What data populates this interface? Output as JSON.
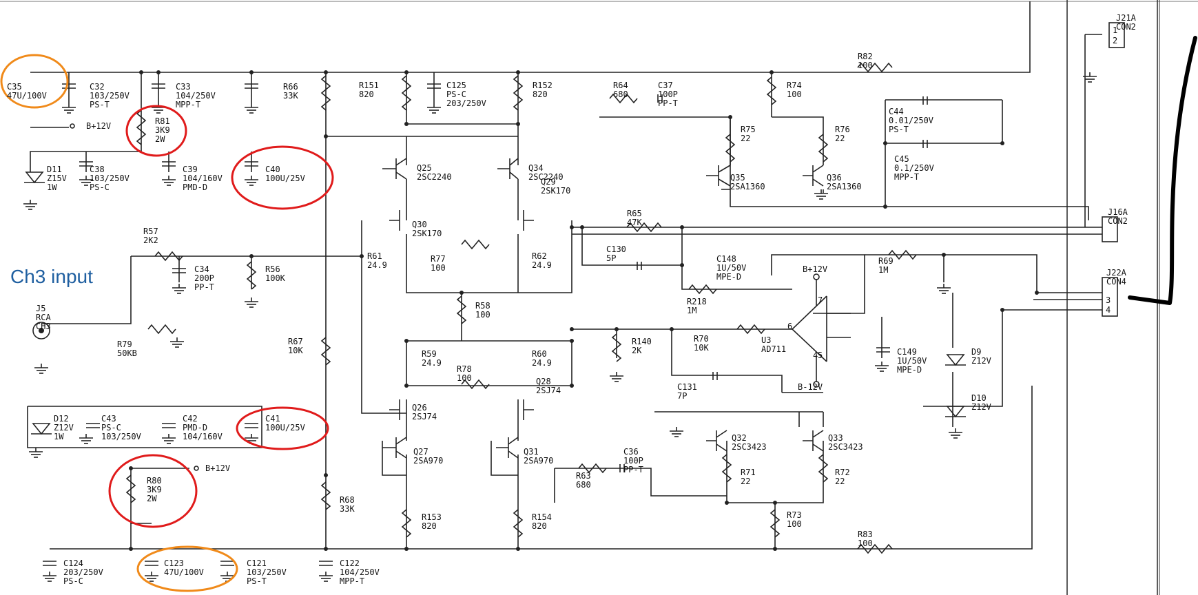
{
  "input_label": {
    "text": "Ch3 input",
    "color": "#1f5fa0"
  },
  "highlight_colors": {
    "red": "#e01b1b",
    "orange": "#f08a1a"
  },
  "components": [
    {
      "id": "c35",
      "ref": "C35",
      "val": "47U/100V"
    },
    {
      "id": "c32",
      "ref": "C32",
      "val": "103/250V",
      "sub": "PS-T"
    },
    {
      "id": "c33",
      "ref": "C33",
      "val": "104/250V",
      "sub": "MPP-T"
    },
    {
      "id": "r66",
      "ref": "R66",
      "val": "33K"
    },
    {
      "id": "r151",
      "ref": "R151",
      "val": "820"
    },
    {
      "id": "c125",
      "ref": "C125",
      "val": "PS-C",
      "sub": "203/250V"
    },
    {
      "id": "r152",
      "ref": "R152",
      "val": "820"
    },
    {
      "id": "r64",
      "ref": "R64",
      "val": "680"
    },
    {
      "id": "c37",
      "ref": "C37",
      "val": "100P",
      "sub": "PP-T"
    },
    {
      "id": "r74",
      "ref": "R74",
      "val": "100"
    },
    {
      "id": "r82",
      "ref": "R82",
      "val": "100"
    },
    {
      "id": "j21a",
      "ref": "J21A",
      "val": "CON2"
    },
    {
      "id": "r81",
      "ref": "R81",
      "val": "3K9",
      "sub": "2W"
    },
    {
      "id": "b12a",
      "ref": "B+12V",
      "val": ""
    },
    {
      "id": "d11",
      "ref": "D11",
      "val": "Z15V",
      "sub": "1W"
    },
    {
      "id": "c38",
      "ref": "C38",
      "val": "103/250V",
      "sub": "PS-C"
    },
    {
      "id": "c39",
      "ref": "C39",
      "val": "104/160V",
      "sub": "PMD-D"
    },
    {
      "id": "c40",
      "ref": "C40",
      "val": "100U/25V"
    },
    {
      "id": "q25",
      "ref": "Q25",
      "val": "2SC2240"
    },
    {
      "id": "q34",
      "ref": "Q34",
      "val": "2SC2240"
    },
    {
      "id": "r75",
      "ref": "R75",
      "val": "22"
    },
    {
      "id": "r76",
      "ref": "R76",
      "val": "22"
    },
    {
      "id": "q35",
      "ref": "Q35",
      "val": "2SA1360"
    },
    {
      "id": "q36",
      "ref": "Q36",
      "val": "2SA1360"
    },
    {
      "id": "c44",
      "ref": "C44",
      "val": "0.01/250V",
      "sub": "PS-T"
    },
    {
      "id": "c45",
      "ref": "C45",
      "val": "0.1/250V",
      "sub": "MPP-T"
    },
    {
      "id": "q29",
      "ref": "Q29",
      "val": "2SK170"
    },
    {
      "id": "q30",
      "ref": "Q30",
      "val": "2SK170"
    },
    {
      "id": "r57",
      "ref": "R57",
      "val": "2K2"
    },
    {
      "id": "r65",
      "ref": "R65",
      "val": "47K"
    },
    {
      "id": "j16a",
      "ref": "J16A",
      "val": "CON2"
    },
    {
      "id": "c130",
      "ref": "C130",
      "val": "5P"
    },
    {
      "id": "c148",
      "ref": "C148",
      "val": "1U/50V",
      "sub": "MPE-D"
    },
    {
      "id": "c34",
      "ref": "C34",
      "val": "200P",
      "sub": "PP-T"
    },
    {
      "id": "r56",
      "ref": "R56",
      "val": "100K"
    },
    {
      "id": "r61",
      "ref": "R61",
      "val": "24.9"
    },
    {
      "id": "r77",
      "ref": "R77",
      "val": "100"
    },
    {
      "id": "r62",
      "ref": "R62",
      "val": "24.9"
    },
    {
      "id": "b12b",
      "ref": "B+12V",
      "val": ""
    },
    {
      "id": "r69",
      "ref": "R69",
      "val": "1M"
    },
    {
      "id": "j22a",
      "ref": "J22A",
      "val": "CON4"
    },
    {
      "id": "r218",
      "ref": "R218",
      "val": "1M"
    },
    {
      "id": "j5",
      "ref": "J5",
      "val": "RCA",
      "sub": "CH3"
    },
    {
      "id": "r58",
      "ref": "R58",
      "val": "100"
    },
    {
      "id": "r79",
      "ref": "R79",
      "val": "50KB"
    },
    {
      "id": "r67",
      "ref": "R67",
      "val": "10K"
    },
    {
      "id": "r59",
      "ref": "R59",
      "val": "24.9"
    },
    {
      "id": "r60",
      "ref": "R60",
      "val": "24.9"
    },
    {
      "id": "r140",
      "ref": "R140",
      "val": "2K"
    },
    {
      "id": "r70",
      "ref": "R70",
      "val": "10K"
    },
    {
      "id": "u3",
      "ref": "U3",
      "val": "AD711"
    },
    {
      "id": "c149",
      "ref": "C149",
      "val": "1U/50V",
      "sub": "MPE-D"
    },
    {
      "id": "d9",
      "ref": "D9",
      "val": "Z12V"
    },
    {
      "id": "r78",
      "ref": "R78",
      "val": "100"
    },
    {
      "id": "q28",
      "ref": "Q28",
      "val": "2SJ74"
    },
    {
      "id": "bm12",
      "ref": "B-12V",
      "val": ""
    },
    {
      "id": "c131",
      "ref": "C131",
      "val": "7P"
    },
    {
      "id": "d10",
      "ref": "D10",
      "val": "Z12V"
    },
    {
      "id": "d12",
      "ref": "D12",
      "val": "Z12V",
      "sub": "1W"
    },
    {
      "id": "c43",
      "ref": "C43",
      "val": "PS-C",
      "sub": "103/250V"
    },
    {
      "id": "c42",
      "ref": "C42",
      "val": "PMD-D",
      "sub": "104/160V"
    },
    {
      "id": "c41",
      "ref": "C41",
      "val": "100U/25V"
    },
    {
      "id": "q26",
      "ref": "Q26",
      "val": "2SJ74"
    },
    {
      "id": "q27",
      "ref": "Q27",
      "val": "2SA970"
    },
    {
      "id": "q31",
      "ref": "Q31",
      "val": "2SA970"
    },
    {
      "id": "q32",
      "ref": "Q32",
      "val": "2SC3423"
    },
    {
      "id": "q33",
      "ref": "Q33",
      "val": "2SC3423"
    },
    {
      "id": "b12c",
      "ref": "B+12V",
      "val": ""
    },
    {
      "id": "r63",
      "ref": "R63",
      "val": "680"
    },
    {
      "id": "c36",
      "ref": "C36",
      "val": "100P",
      "sub": "PP-T"
    },
    {
      "id": "r71",
      "ref": "R71",
      "val": "22"
    },
    {
      "id": "r72",
      "ref": "R72",
      "val": "22"
    },
    {
      "id": "r80",
      "ref": "R80",
      "val": "3K9",
      "sub": "2W"
    },
    {
      "id": "r68",
      "ref": "R68",
      "val": "33K"
    },
    {
      "id": "r153",
      "ref": "R153",
      "val": "820"
    },
    {
      "id": "r154",
      "ref": "R154",
      "val": "820"
    },
    {
      "id": "r73",
      "ref": "R73",
      "val": "100"
    },
    {
      "id": "r83",
      "ref": "R83",
      "val": "100"
    },
    {
      "id": "c124",
      "ref": "C124",
      "val": "203/250V",
      "sub": "PS-C"
    },
    {
      "id": "c123",
      "ref": "C123",
      "val": "47U/100V"
    },
    {
      "id": "c121",
      "ref": "C121",
      "val": "103/250V",
      "sub": "PS-T"
    },
    {
      "id": "c122",
      "ref": "C122",
      "val": "104/250V",
      "sub": "MPP-T"
    }
  ],
  "pin_numbers": {
    "p1": "1",
    "p2": "2",
    "p3": "3",
    "p4": "4",
    "p6": "6",
    "p7": "7",
    "p5": "5",
    "p4b": "4"
  }
}
